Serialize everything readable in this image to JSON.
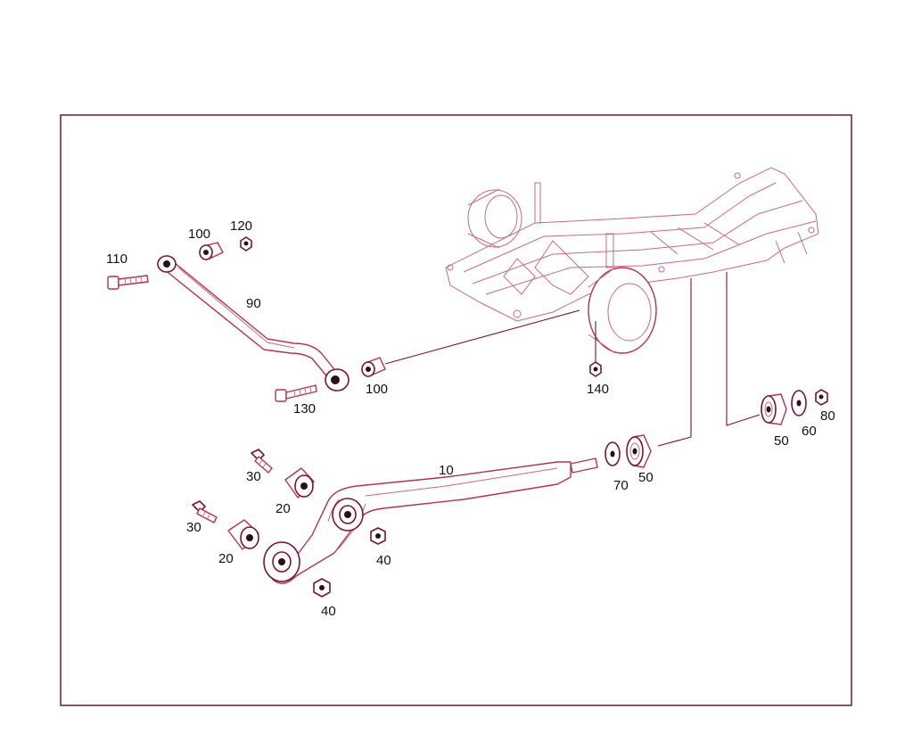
{
  "callouts": {
    "c110": "110",
    "c100a": "100",
    "c120": "120",
    "c90": "90",
    "c130": "130",
    "c100b": "100",
    "c140": "140",
    "c10": "10",
    "c30a": "30",
    "c20a": "20",
    "c30b": "30",
    "c20b": "20",
    "c40a": "40",
    "c40b": "40",
    "c70": "70",
    "c50a": "50",
    "c50b": "50",
    "c60": "60",
    "c80": "80"
  },
  "colors": {
    "frame": "#6b1f2a",
    "line_art": "#b5324f",
    "text": "#111111"
  }
}
